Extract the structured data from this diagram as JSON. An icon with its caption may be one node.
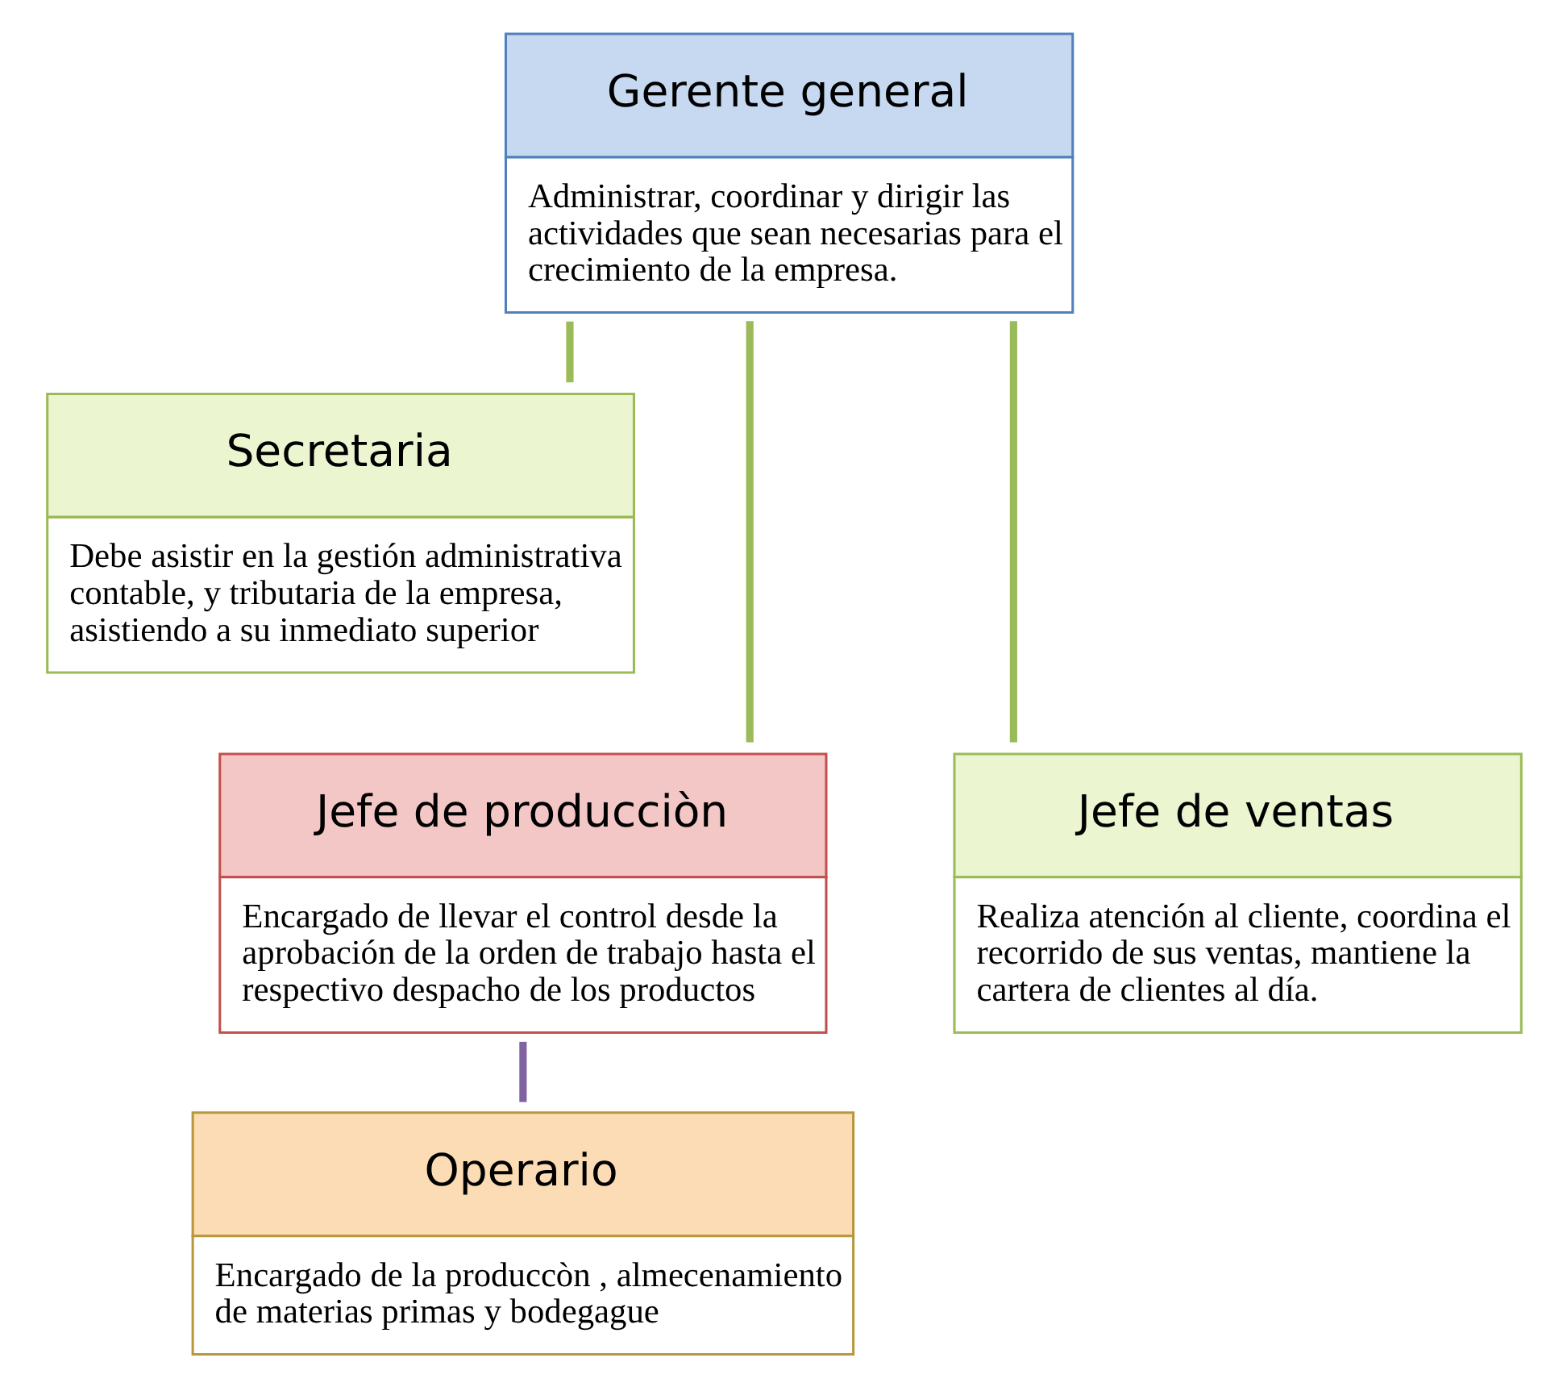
{
  "diagram": {
    "nodes": [
      {
        "text": [
          "Gerente general",
          "Administrar, coordinar y dirigir las actividades que sean necesarias para el crecimiento de la empresa."
        ]
      },
      {
        "text": [
          "Secretaria",
          "Debe asistir en la gestión administrativa contable, y tributaria de la empresa, asistiendo a su inmediato superior"
        ]
      },
      {
        "text": [
          "Jefe de producciòn",
          "Encargado de llevar el control desde la aprobación de la orden de trabajo hasta el respectivo despacho de los productos"
        ]
      },
      {
        "text": [
          "Jefe de ventas",
          "Realiza atención al cliente, coordina el recorrido de sus ventas, mantiene la cartera de clientes al día."
        ]
      },
      {
        "text": [
          "Operario",
          "Encargado de la produccòn , almecenamiento de materias primas y bodegague"
        ]
      }
    ],
    "edges": [
      {
        "from": 0,
        "to": 1,
        "arrow": "none"
      },
      {
        "from": 0,
        "to": 2,
        "arrow": "none"
      },
      {
        "from": 0,
        "to": 3,
        "arrow": "none"
      },
      {
        "from": 2,
        "to": 4,
        "arrow": "none",
        "color": "#8064a2"
      }
    ]
  }
}
